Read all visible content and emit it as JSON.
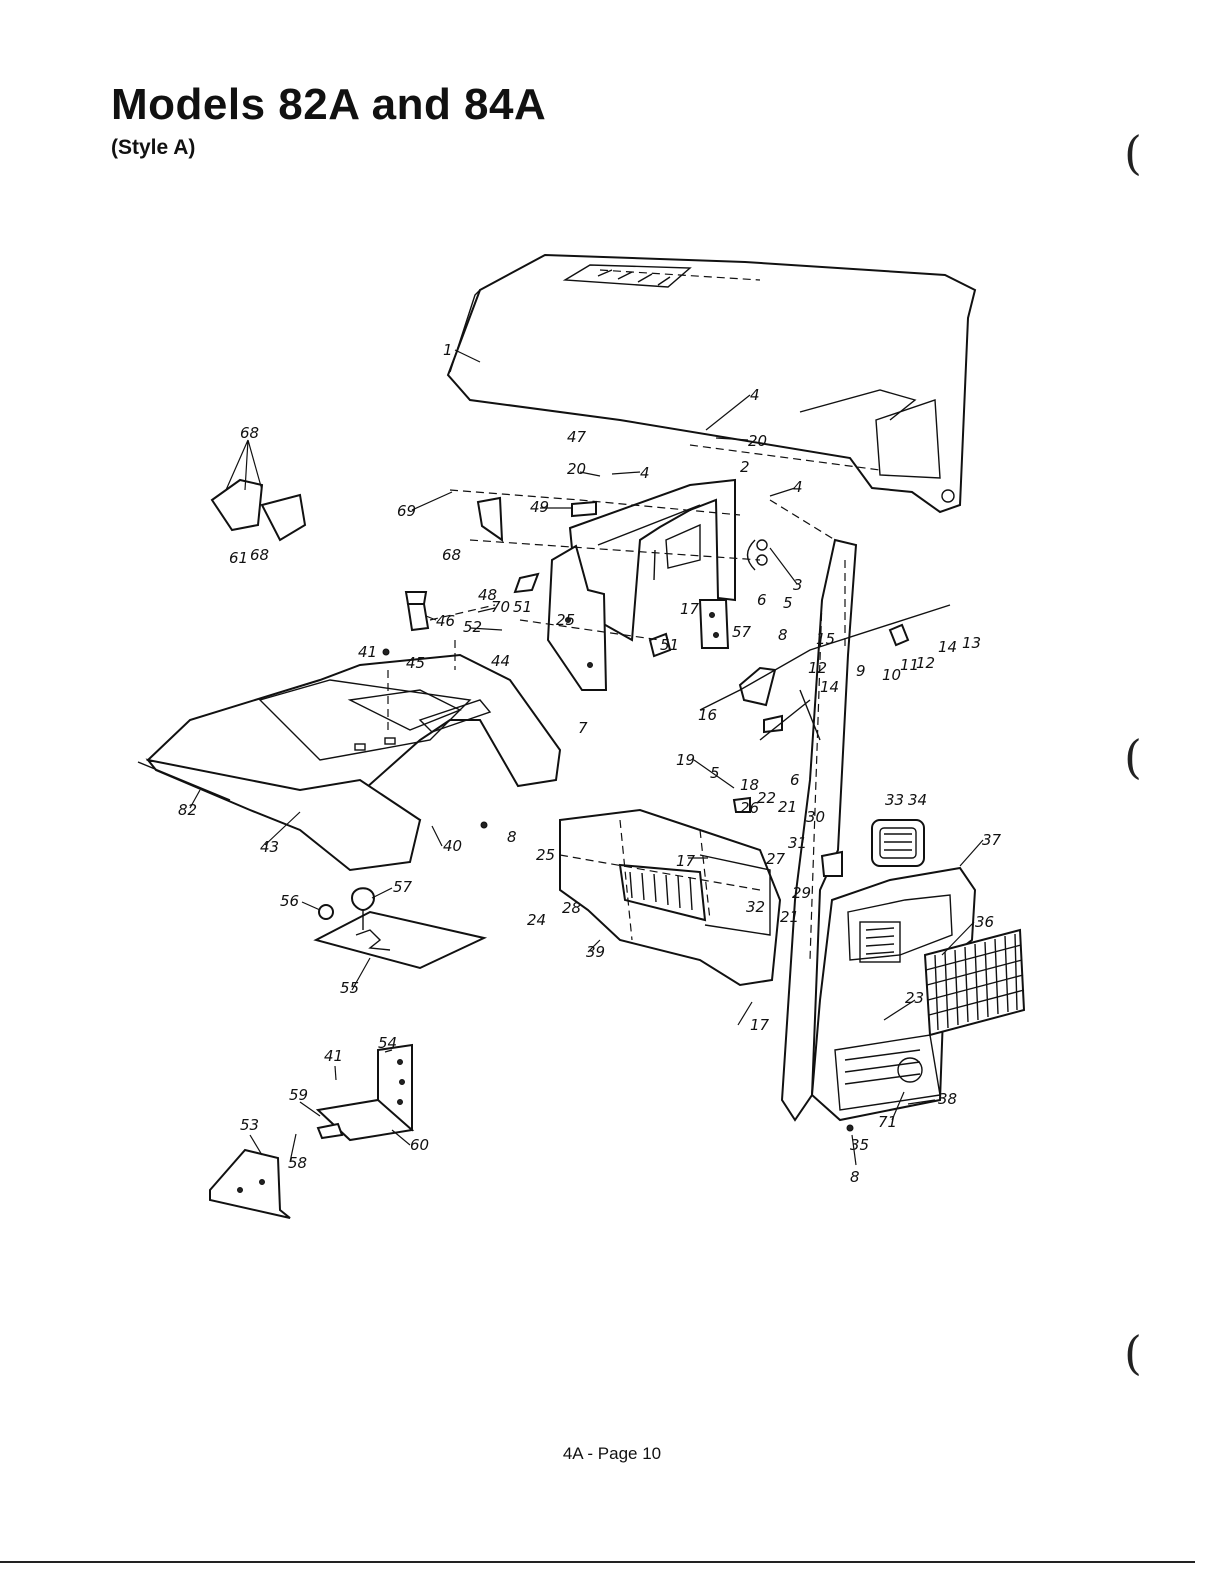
{
  "document": {
    "title": "Models 82A and 84A",
    "subtitle": "(Style A)",
    "footer": "4A - Page 10"
  },
  "callouts": [
    "1",
    "2",
    "3",
    "4",
    "4",
    "4",
    "5",
    "5",
    "6",
    "6",
    "7",
    "8",
    "8",
    "8",
    "9",
    "10",
    "11",
    "12",
    "12",
    "13",
    "14",
    "14",
    "15",
    "16",
    "17",
    "17",
    "17",
    "18",
    "19",
    "20",
    "20",
    "21",
    "21",
    "22",
    "23",
    "24",
    "25",
    "25",
    "26",
    "27",
    "28",
    "29",
    "30",
    "31",
    "32",
    "33",
    "34",
    "35",
    "36",
    "37",
    "38",
    "39",
    "40",
    "41",
    "41",
    "43",
    "44",
    "45",
    "46",
    "47",
    "48",
    "49",
    "51",
    "51",
    "52",
    "53",
    "54",
    "55",
    "56",
    "57",
    "57",
    "58",
    "59",
    "60",
    "61",
    "68",
    "68",
    "68",
    "69",
    "70",
    "71",
    "82"
  ]
}
